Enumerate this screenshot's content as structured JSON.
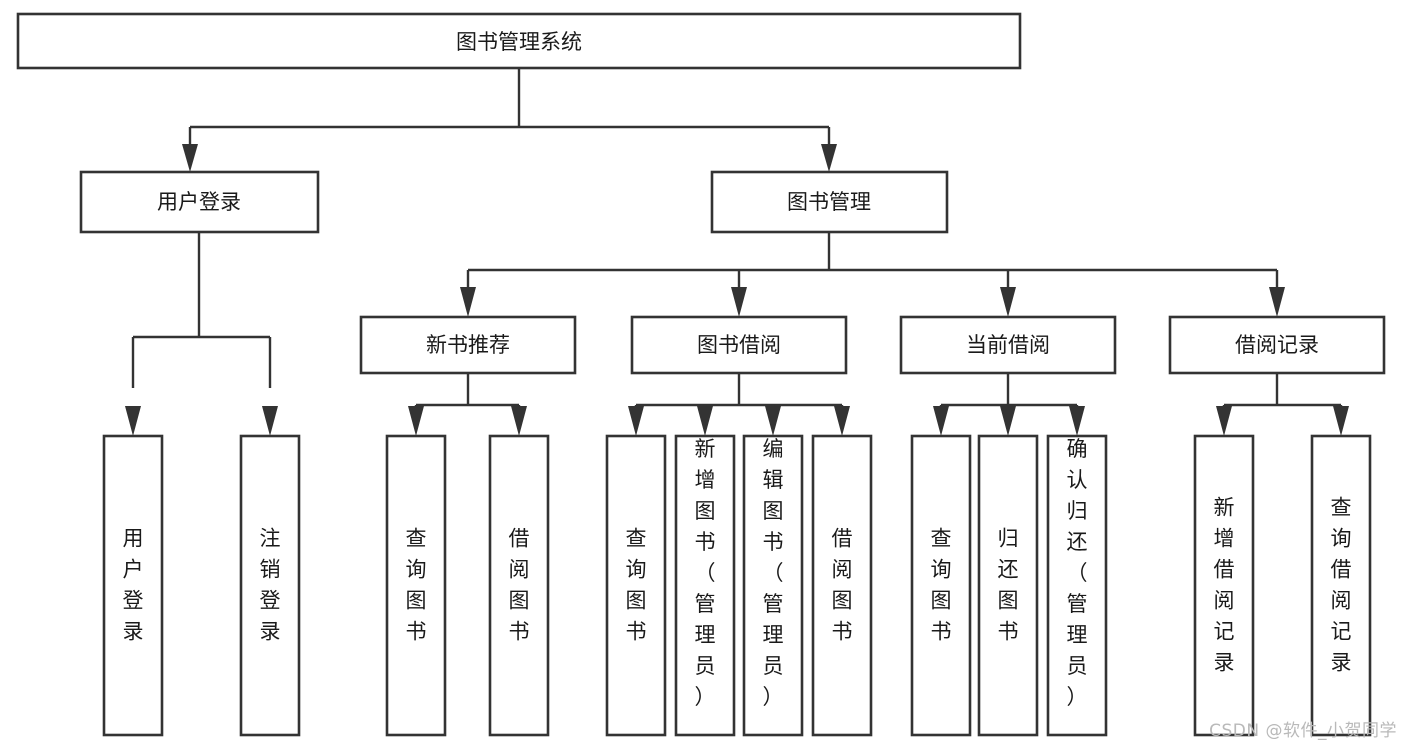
{
  "diagram": {
    "type": "tree",
    "title": "图书管理系统",
    "watermark": "CSDN @软件_小贺同学",
    "colors": {
      "background": "#ffffff",
      "box_fill": "#ffffff",
      "box_stroke": "#333333",
      "text": "#1a1a1a",
      "watermark": "#b9b9b9"
    },
    "root": {
      "id": "root",
      "label": "图书管理系统",
      "orientation": "horizontal"
    },
    "level2": [
      {
        "id": "user-login",
        "label": "用户登录",
        "orientation": "horizontal"
      },
      {
        "id": "book-management",
        "label": "图书管理",
        "orientation": "horizontal"
      }
    ],
    "level3": [
      {
        "id": "new-book-recommend",
        "label": "新书推荐",
        "orientation": "horizontal",
        "parent": "book-management"
      },
      {
        "id": "book-borrow",
        "label": "图书借阅",
        "orientation": "horizontal",
        "parent": "book-management"
      },
      {
        "id": "current-borrow",
        "label": "当前借阅",
        "orientation": "horizontal",
        "parent": "book-management"
      },
      {
        "id": "borrow-record",
        "label": "借阅记录",
        "orientation": "horizontal",
        "parent": "book-management"
      }
    ],
    "leaves": [
      {
        "id": "leaf-user-login",
        "label": "用户登录",
        "orientation": "vertical",
        "parent": "user-login",
        "align": "middle"
      },
      {
        "id": "leaf-logout",
        "label": "注销登录",
        "orientation": "vertical",
        "parent": "user-login",
        "align": "middle"
      },
      {
        "id": "leaf-query-book-1",
        "label": "查询图书",
        "orientation": "vertical",
        "parent": "new-book-recommend",
        "align": "middle"
      },
      {
        "id": "leaf-borrow-book-1",
        "label": "借阅图书",
        "orientation": "vertical",
        "parent": "new-book-recommend",
        "align": "middle"
      },
      {
        "id": "leaf-query-book-2",
        "label": "查询图书",
        "orientation": "vertical",
        "parent": "book-borrow",
        "align": "middle"
      },
      {
        "id": "leaf-add-book",
        "label": "新增图书（管理员）",
        "orientation": "vertical",
        "parent": "book-borrow",
        "align": "top"
      },
      {
        "id": "leaf-edit-book",
        "label": "编辑图书（管理员）",
        "orientation": "vertical",
        "parent": "book-borrow",
        "align": "top"
      },
      {
        "id": "leaf-borrow-book-2",
        "label": "借阅图书",
        "orientation": "vertical",
        "parent": "book-borrow",
        "align": "middle"
      },
      {
        "id": "leaf-query-book-3",
        "label": "查询图书",
        "orientation": "vertical",
        "parent": "current-borrow",
        "align": "middle"
      },
      {
        "id": "leaf-return-book",
        "label": "归还图书",
        "orientation": "vertical",
        "parent": "current-borrow",
        "align": "middle"
      },
      {
        "id": "leaf-confirm-return",
        "label": "确认归还（管理员）",
        "orientation": "vertical",
        "parent": "current-borrow",
        "align": "top"
      },
      {
        "id": "leaf-add-record",
        "label": "新增借阅记录",
        "orientation": "vertical",
        "parent": "borrow-record",
        "align": "middle"
      },
      {
        "id": "leaf-query-record",
        "label": "查询借阅记录",
        "orientation": "vertical",
        "parent": "borrow-record",
        "align": "middle"
      }
    ]
  }
}
